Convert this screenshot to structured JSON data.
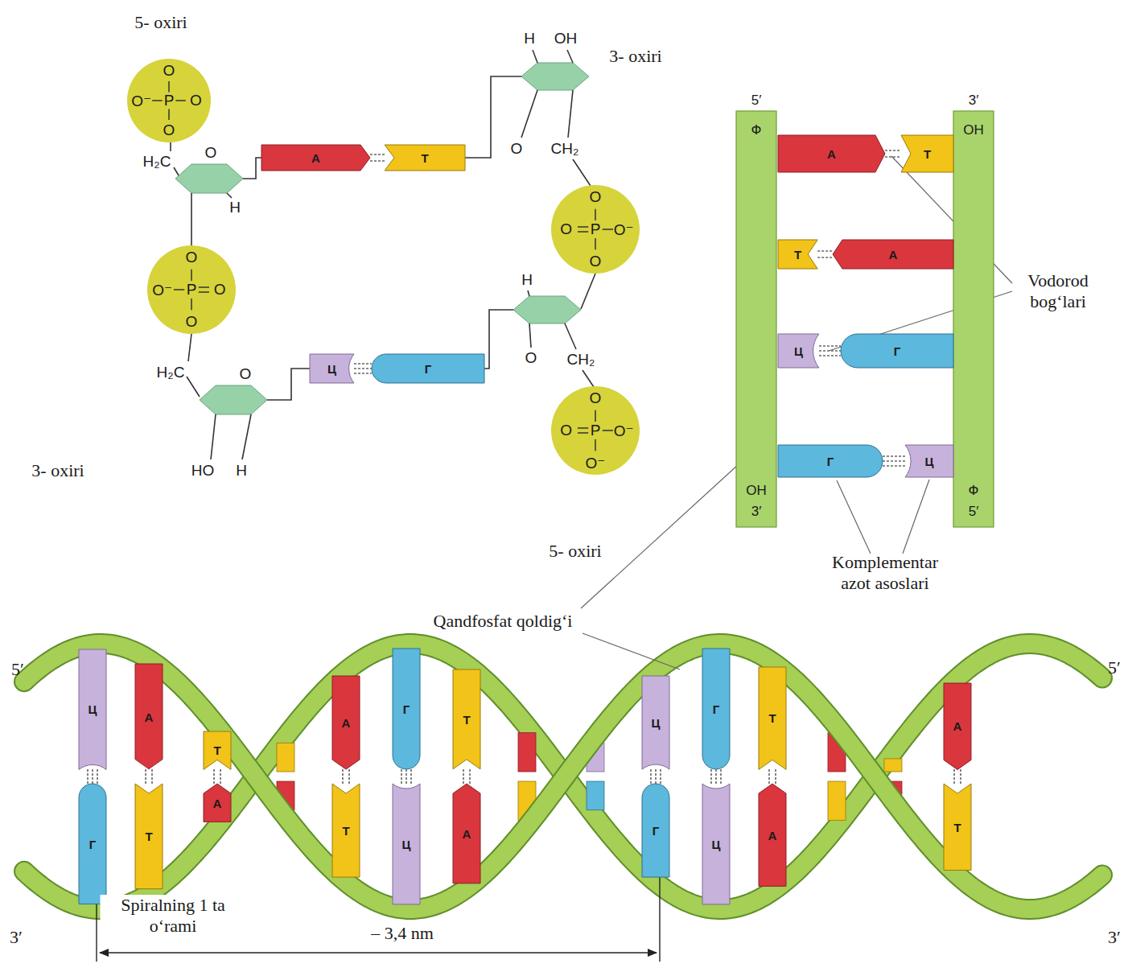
{
  "diagram": {
    "nodes": [
      {
        "text": [
          "O",
          "O⁻",
          "P",
          "O",
          "O"
        ]
      },
      {
        "text": [
          "А"
        ]
      },
      {
        "text": [
          "Т"
        ]
      },
      {
        "text": [
          "O",
          "O⁻",
          "P",
          "O",
          "O"
        ]
      },
      {
        "text": [
          "O",
          "O",
          "P",
          "O⁻",
          "O"
        ]
      },
      {
        "text": [
          "Ц"
        ]
      },
      {
        "text": [
          "Г"
        ]
      },
      {
        "text": [
          "O",
          "O",
          "P",
          "O⁻",
          "O⁻"
        ]
      },
      {
        "text": [
          "5′",
          "Ф",
          "OH",
          "3′"
        ]
      },
      {
        "text": [
          "3′",
          "OH",
          "Ф",
          "5′"
        ]
      },
      {
        "text": [
          "А"
        ]
      },
      {
        "text": [
          "Т"
        ]
      },
      {
        "text": [
          "Т"
        ]
      },
      {
        "text": [
          "А"
        ]
      },
      {
        "text": [
          "Ц"
        ]
      },
      {
        "text": [
          "Г"
        ]
      },
      {
        "text": [
          "Г"
        ]
      },
      {
        "text": [
          "Ц"
        ]
      },
      {
        "text": [
          "Ц"
        ]
      },
      {
        "text": [
          "Г"
        ]
      },
      {
        "text": [
          "А"
        ]
      },
      {
        "text": [
          "Т"
        ]
      },
      {
        "text": [
          "Т"
        ]
      },
      {
        "text": [
          "А"
        ]
      },
      {
        "text": [
          "А"
        ]
      },
      {
        "text": [
          "Т"
        ]
      },
      {
        "text": [
          "Г"
        ]
      },
      {
        "text": [
          "Ц"
        ]
      },
      {
        "text": [
          "Т"
        ]
      },
      {
        "text": [
          "А"
        ]
      },
      {
        "text": [
          "Ц"
        ]
      },
      {
        "text": [
          "Г"
        ]
      },
      {
        "text": [
          "Г"
        ]
      },
      {
        "text": [
          "Ц"
        ]
      },
      {
        "text": [
          "Т"
        ]
      },
      {
        "text": [
          "А"
        ]
      },
      {
        "text": [
          "А"
        ]
      },
      {
        "text": [
          "Т"
        ]
      }
    ],
    "edges": [
      {
        "from": 1,
        "to": 2,
        "arrow": "none"
      },
      {
        "from": 5,
        "to": 6,
        "arrow": "none"
      },
      {
        "from": 10,
        "to": 11,
        "arrow": "none"
      },
      {
        "from": 12,
        "to": 13,
        "arrow": "none"
      },
      {
        "from": 14,
        "to": 15,
        "arrow": "none"
      },
      {
        "from": 16,
        "to": 17,
        "arrow": "none"
      },
      {
        "from": 18,
        "to": 19,
        "arrow": "none"
      },
      {
        "from": 20,
        "to": 21,
        "arrow": "none"
      },
      {
        "from": 22,
        "to": 23,
        "arrow": "none"
      },
      {
        "from": 24,
        "to": 25,
        "arrow": "none"
      },
      {
        "from": 26,
        "to": 27,
        "arrow": "none"
      },
      {
        "from": 28,
        "to": 29,
        "arrow": "none"
      },
      {
        "from": 30,
        "to": 31,
        "arrow": "none"
      },
      {
        "from": 32,
        "to": 33,
        "arrow": "none"
      },
      {
        "from": 34,
        "to": 35,
        "arrow": "none"
      },
      {
        "from": 36,
        "to": 37,
        "arrow": "none"
      }
    ],
    "labels": [
      "5- oxiri",
      "H₂C",
      "O",
      "H",
      "H₂C",
      "O",
      "3- oxiri",
      "HO",
      "H",
      "H",
      "OH",
      "3- oxiri",
      "O",
      "CH₂",
      "H",
      "O",
      "CH₂",
      "5- oxiri",
      "Vodorod bogʻlari",
      "Komplementar azot asoslari",
      "Qandfosfat qoldigʻi",
      "5′",
      "3′",
      "5′",
      "3′",
      "Spiralning 1 ta oʻrami",
      "– 3,4 nm"
    ]
  }
}
